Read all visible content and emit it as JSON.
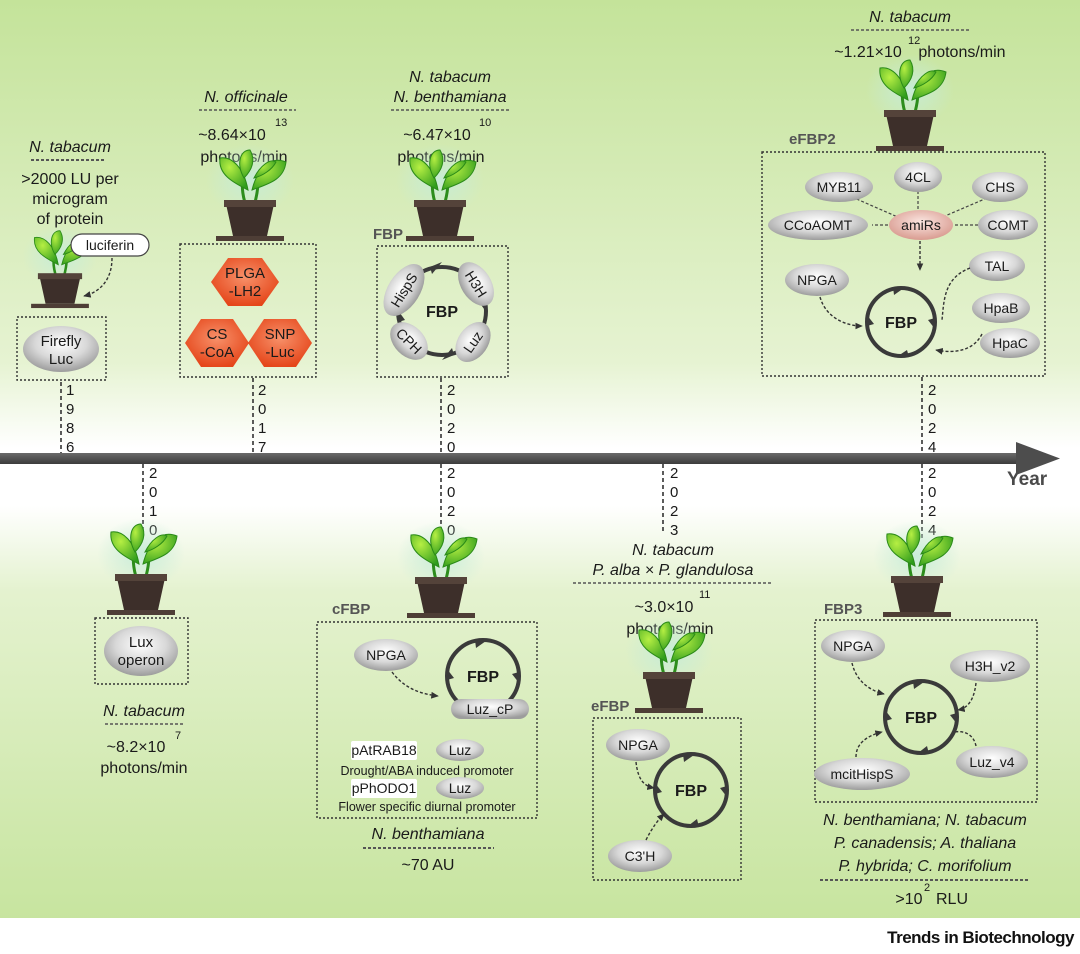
{
  "axis": {
    "label": "Year"
  },
  "brand": "Trends in Biotechnology",
  "milestones": {
    "m1986": {
      "year_digits": [
        "1",
        "9",
        "8",
        "6"
      ],
      "species": "N. tabacum",
      "output_lines": [
        ">2000 LU per",
        "microgram",
        "of protein"
      ],
      "substrate": "luciferin",
      "gene": [
        "Firefly",
        "Luc"
      ]
    },
    "m2010": {
      "year_digits": [
        "2",
        "0",
        "1",
        "0"
      ],
      "gene": [
        "Lux",
        "operon"
      ],
      "species": "N. tabacum",
      "output_base": "~8.2×10",
      "output_exp": "7",
      "output_unit": "photons/min"
    },
    "m2017": {
      "year_digits": [
        "2",
        "0",
        "1",
        "7"
      ],
      "species": "N. officinale",
      "output_base": "~8.64×10",
      "output_exp": "13",
      "output_unit": "photons/min",
      "genes": [
        [
          "PLGA",
          "-LH2"
        ],
        [
          "CS",
          "-CoA"
        ],
        [
          "SNP",
          "-Luc"
        ]
      ]
    },
    "m2020a": {
      "year_digits": [
        "2",
        "0",
        "2",
        "0"
      ],
      "species": [
        "N. tabacum",
        "N. benthamiana"
      ],
      "output_base": "~6.47×10",
      "output_exp": "10",
      "output_unit": "photons/min",
      "pathway_label": "FBP",
      "center": "FBP",
      "genes": [
        "HispS",
        "H3H",
        "Luz",
        "CPH"
      ]
    },
    "m2020b": {
      "year_digits": [
        "2",
        "0",
        "2",
        "0"
      ],
      "pathway_label": "cFBP",
      "center": "FBP",
      "input": "NPGA",
      "fused": "Luz_cP",
      "promoters": [
        {
          "promoter": "pAtRAB18",
          "gene": "Luz",
          "note": "Drought/ABA induced promoter"
        },
        {
          "promoter": "pPhODO1",
          "gene": "Luz",
          "note": "Flower specific diurnal promoter"
        }
      ],
      "species": "N. benthamiana",
      "output": "~70 AU"
    },
    "m2023": {
      "year_digits": [
        "2",
        "0",
        "2",
        "3"
      ],
      "species": [
        "N. tabacum",
        "P. alba × P. glandulosa"
      ],
      "output_base": "~3.0×10",
      "output_exp": "11",
      "output_unit": "photons/min",
      "pathway_label": "eFBP",
      "center": "FBP",
      "genes": [
        "NPGA",
        "C3'H"
      ]
    },
    "m2024a": {
      "year_digits": [
        "2",
        "0",
        "2",
        "4"
      ],
      "species": "N. tabacum",
      "output_base": "~1.21×10",
      "output_exp": "12",
      "output_unit": "photons/min",
      "pathway_label": "eFBP2",
      "center": "FBP",
      "hub": "amiRs",
      "targets": [
        "MYB11",
        "4CL",
        "CHS",
        "CCoAOMT",
        "COMT"
      ],
      "inputs": [
        "NPGA",
        "TAL",
        "HpaB",
        "HpaC"
      ]
    },
    "m2024b": {
      "year_digits": [
        "2",
        "0",
        "2",
        "4"
      ],
      "pathway_label": "FBP3",
      "center": "FBP",
      "genes": [
        "NPGA",
        "H3H_v2",
        "Luz_v4",
        "mcitHispS"
      ],
      "species_lines": [
        "N. benthamiana; N. tabacum",
        "P. canadensis; A. thaliana",
        "P. hybrida; C. morifolium"
      ],
      "output_base": ">10",
      "output_exp": "2",
      "output_unit": "RLU"
    }
  }
}
